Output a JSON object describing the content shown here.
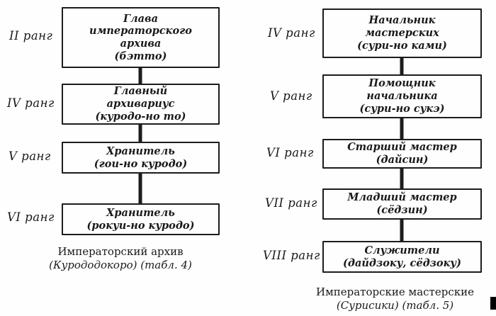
{
  "colors": {
    "ink": "#1c1c1c",
    "background": "#fefefe"
  },
  "charts": [
    {
      "caption": [
        "Императорский архив",
        "(Курододокоро)  (табл. 4)"
      ],
      "nodes": [
        {
          "rank": "II ранг",
          "lines": [
            "Глава",
            "императорского",
            "архива",
            "(бэтто)"
          ]
        },
        {
          "rank": "IV ранг",
          "lines": [
            "Главный",
            "архивариус",
            "(куродо-но то)"
          ]
        },
        {
          "rank": "V ранг",
          "lines": [
            "Хранитель",
            "(гои-но куродо)"
          ]
        },
        {
          "rank": "VI ранг",
          "lines": [
            "Хранитель",
            "(рокуи-но куродо)"
          ]
        }
      ]
    },
    {
      "caption": [
        "Императорские мастерские",
        "(Сурисики)  (табл. 5)"
      ],
      "nodes": [
        {
          "rank": "IV ранг",
          "lines": [
            "Начальник",
            "мастерских",
            "(сури-но ками)"
          ]
        },
        {
          "rank": "V ранг",
          "lines": [
            "Помощник",
            "начальника",
            "(сури-но сукэ)"
          ]
        },
        {
          "rank": "VI ранг",
          "lines": [
            "Старший мастер",
            "(дайсин)"
          ]
        },
        {
          "rank": "VII ранг",
          "lines": [
            "Младший мастер",
            "(сёдзин)"
          ]
        },
        {
          "rank": "VIII ранг",
          "lines": [
            "Служители",
            "(дайдзоку, сёдзоку)"
          ]
        }
      ]
    }
  ]
}
